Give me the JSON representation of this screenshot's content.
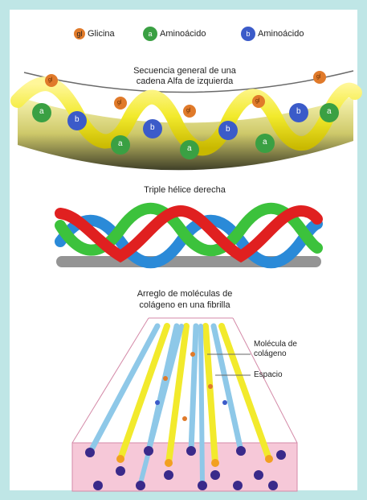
{
  "legend": {
    "items": [
      {
        "symbol": "gl",
        "label": "Glicina",
        "color": "#e07a2a"
      },
      {
        "symbol": "a",
        "label": "Aminoácido",
        "color": "#3aa043"
      },
      {
        "symbol": "b",
        "label": "Aminoácido",
        "color": "#3b5bc9"
      }
    ]
  },
  "sections": {
    "alpha_chain": {
      "title_line1": "Secuencia general de una",
      "title_line2": "cadena Alfa de izquierda"
    },
    "triple_helix": {
      "title": "Triple hélice derecha"
    },
    "fibril": {
      "title_line1": "Arreglo de moléculas de",
      "title_line2": "colágeno en una fibrilla"
    }
  },
  "callouts": {
    "molecule_line1": "Molécula de",
    "molecule_line2": "colágeno",
    "space": "Espacio"
  },
  "chain_beads": {
    "glycine_label": "gl",
    "a_label": "a",
    "b_label": "b"
  },
  "colors": {
    "frame": "#bfe6e6",
    "glycine": "#e07a2a",
    "amino_a": "#3aa043",
    "amino_b": "#3b5bc9",
    "helix_red": "#e02020",
    "helix_green": "#3cc23c",
    "helix_blue": "#2a8ad8",
    "chain_yellow": "#f2ea2c",
    "fibril_box": "#f6c8d8"
  }
}
